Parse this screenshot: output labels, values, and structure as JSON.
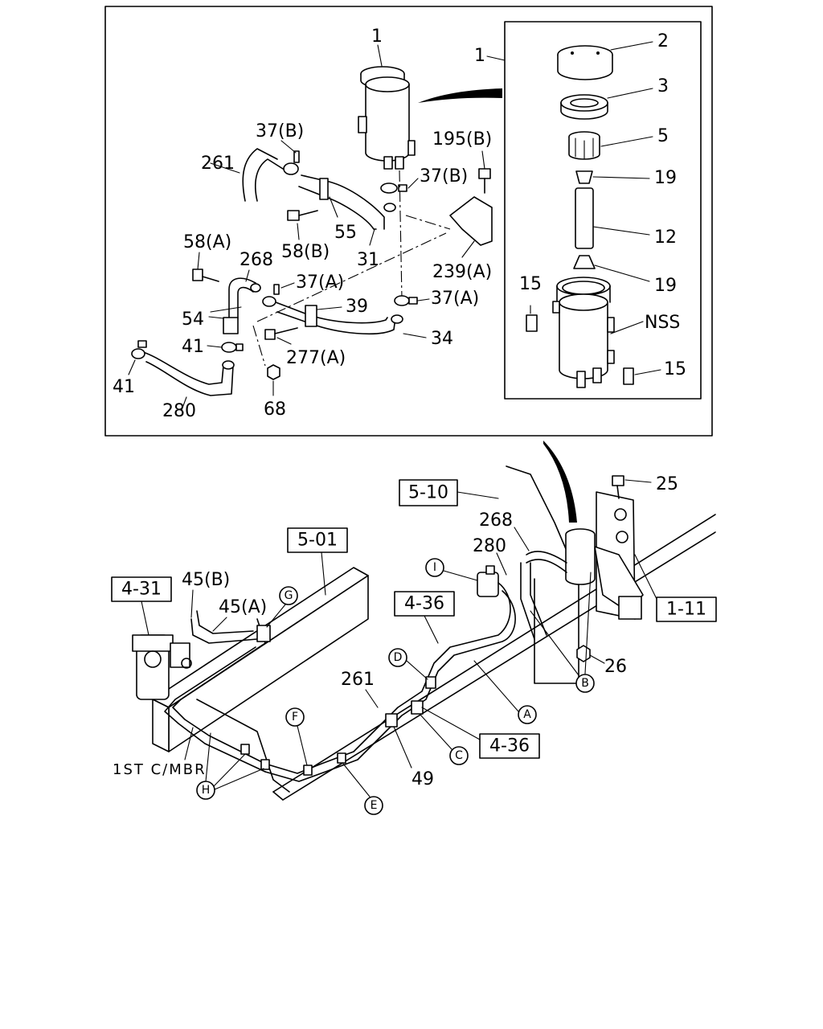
{
  "top_panel": {
    "main_labels": {
      "p1": "1",
      "p261": "261",
      "p37b_a": "37(B)",
      "p37b_b": "37(B)",
      "p195b": "195(B)",
      "p55": "55",
      "p58b": "58(B)",
      "p31": "31",
      "p239a": "239(A)",
      "p58a": "58(A)",
      "p268": "268",
      "p37a_a": "37(A)",
      "p37a_b": "37(A)",
      "p39": "39",
      "p54": "54",
      "p34": "34",
      "p41_a": "41",
      "p41_b": "41",
      "p277a": "277(A)",
      "p280": "280",
      "p68": "68"
    },
    "inset_labels": {
      "p1": "1",
      "p2": "2",
      "p3": "3",
      "p5": "5",
      "p19_a": "19",
      "p12": "12",
      "p19_b": "19",
      "p15_a": "15",
      "nss": "NSS",
      "p15_b": "15"
    }
  },
  "bottom_panel": {
    "ref_boxes": {
      "r510": "5-10",
      "r501": "5-01",
      "r431": "4-31",
      "r436_a": "4-36",
      "r436_b": "4-36",
      "r111": "1-11"
    },
    "labels": {
      "p25": "25",
      "p268": "268",
      "p280": "280",
      "p45b": "45(B)",
      "p45a": "45(A)",
      "p26": "26",
      "p261": "261",
      "p49": "49",
      "crossmember": "1ST C/MBR"
    },
    "circles": {
      "A": "A",
      "B": "B",
      "C": "C",
      "D": "D",
      "E": "E",
      "F": "F",
      "G": "G",
      "H": "H",
      "I": "I"
    }
  }
}
